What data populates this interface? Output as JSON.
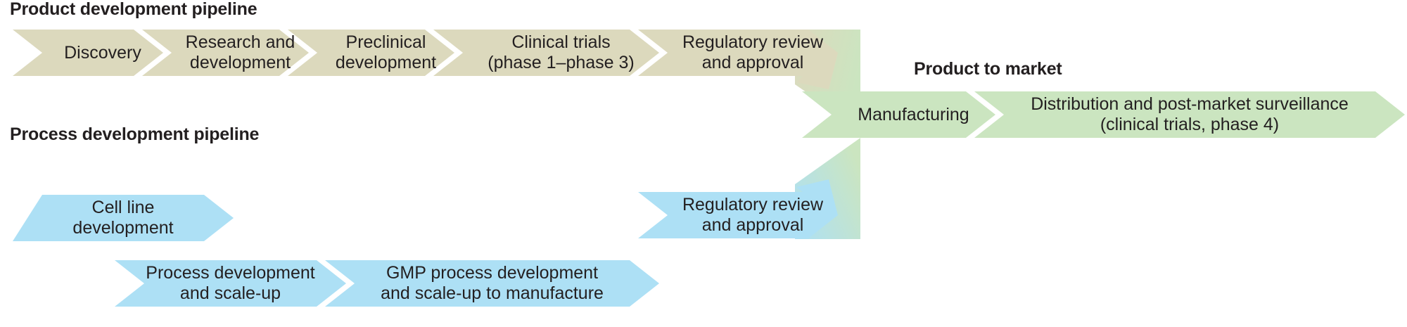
{
  "diagram": {
    "title_product_development": "Product development pipeline",
    "title_process_development": "Process development pipeline",
    "title_product_to_market": "Product to market",
    "colors": {
      "beige": "#dcd9bd",
      "blue": "#ade0f5",
      "green": "#cbe5c0",
      "text": "#231f20",
      "background": "#ffffff"
    },
    "product_development_stages": [
      {
        "label": "Discovery"
      },
      {
        "label": "Research and\ndevelopment"
      },
      {
        "label": "Preclinical\ndevelopment"
      },
      {
        "label": "Clinical trials\n(phase 1–phase 3)"
      },
      {
        "label": "Regulatory review\nand approval"
      }
    ],
    "process_development_stages_row1": [
      {
        "label": "Cell line\ndevelopment"
      }
    ],
    "process_development_stages_row2": [
      {
        "label": "Process development\nand scale-up"
      },
      {
        "label": "GMP process development\nand scale-up to manufacture"
      }
    ],
    "process_development_regulatory": [
      {
        "label": "Regulatory review\nand approval"
      }
    ],
    "product_to_market_stages": [
      {
        "label": "Manufacturing"
      },
      {
        "label": "Distribution and post-market surveillance\n(clinical trials, phase 4)"
      }
    ]
  }
}
